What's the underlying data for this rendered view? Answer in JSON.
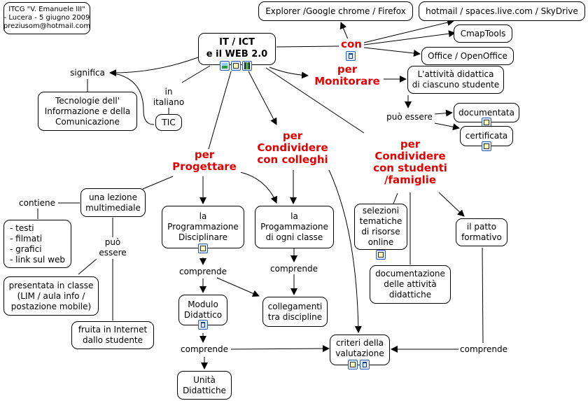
{
  "info_box": "ITCG \"V. Emanuele III\"\n- Lucera - 5 giugno 2009\npreziusom@hotmail.com",
  "nodes": {
    "root": "IT / ICT\ne il WEB 2.0",
    "browsers": "Explorer /Google chrome / Firefox",
    "hotmail": "hotmail / spaces.live.com / SkyDrive",
    "cmaptools": "CmapTools",
    "office": "Office / OpenOffice",
    "attivita": "L'attività didattica\ndi ciascuno studente",
    "documentata": "documentata",
    "certificata": "certificata",
    "tecnologie": "Tecnologie dell'\nInformazione e della\nComunicazione",
    "tic": "TIC",
    "lezione": "una lezione\nmultimediale",
    "lista": "- testi\n- filmati\n- grafici\n- link sul web",
    "presentata": "presentata in classe\n(LIM / aula info /\npostazione mobile)",
    "fruita": "fruita in Internet\ndallo studente",
    "prog_disciplinare": "la\nProgrammazione\nDisciplinare",
    "prog_classe": "la\nProgammazione\ndi ogni classe",
    "modulo": "Modulo\nDidattico",
    "collegamenti": "collegamenti\ntra discipline",
    "unita": "Unità\nDidattiche",
    "criteri": "criteri della\nvalutazione",
    "selezioni": "selezioni\ntematiche\ndi risorse\nonline",
    "documentazione": "documentazione\ndelle attività\ndidattiche",
    "patto": "il patto\nformativo"
  },
  "links": {
    "con": "con",
    "monitorare": "per\nMonitorare",
    "progettare": "per\nProgettare",
    "colleghi": "per\nCondividere\ncon colleghi",
    "studenti": "per\nCondividere\ncon studenti\n/famiglie",
    "significa": "significa",
    "in_italiano": "in\nitaliano",
    "puo_essere_1": "può essere",
    "contiene": "contiene",
    "puo_essere_2": "può\nessere",
    "comprende_1": "comprende",
    "comprende_2": "comprende",
    "comprende_3": "comprende",
    "comprende_4": "comprende"
  },
  "resource_icons": {
    "root": [
      "image",
      "document",
      "video"
    ],
    "con": [
      "concept-map"
    ],
    "documentata": [
      "document"
    ],
    "certificata": [
      "document"
    ],
    "prog_disciplinare": [
      "document"
    ],
    "modulo": [
      "concept-map"
    ],
    "selezioni": [
      "document"
    ],
    "criteri": [
      "document",
      "concept-map"
    ]
  },
  "colors": {
    "link_phrase": "#e60000",
    "line": "#000000",
    "icon_border": "#2a5db0"
  }
}
